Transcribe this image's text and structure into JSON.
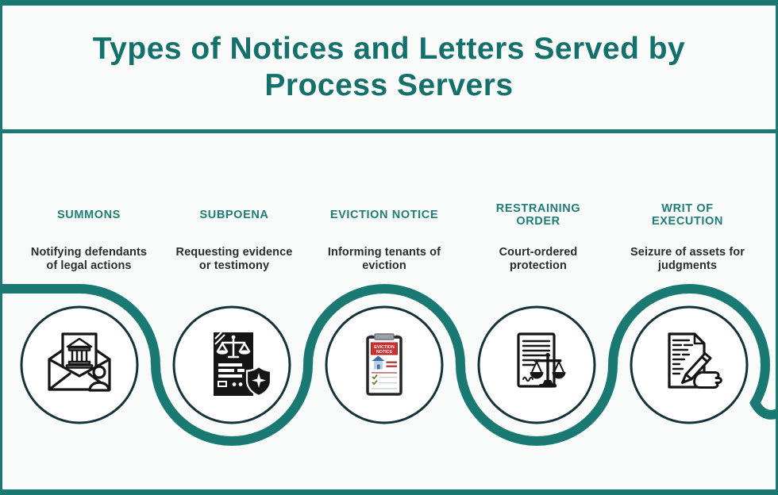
{
  "title_lines": [
    "Types of Notices and Letters Served by",
    "Process Servers"
  ],
  "items": [
    {
      "heading_lines": [
        "SUMMONS"
      ],
      "description_lines": [
        "Notifying defendants",
        "of legal actions"
      ],
      "icon": "summons-envelope-courthouse-icon"
    },
    {
      "heading_lines": [
        "SUBPOENA"
      ],
      "description_lines": [
        "Requesting evidence",
        "or testimony"
      ],
      "icon": "subpoena-document-scales-shield-icon"
    },
    {
      "heading_lines": [
        "EVICTION NOTICE"
      ],
      "description_lines": [
        "Informing tenants of",
        "eviction"
      ],
      "icon": "eviction-notice-clipboard-icon"
    },
    {
      "heading_lines": [
        "RESTRAINING",
        "ORDER"
      ],
      "description_lines": [
        "Court-ordered",
        "protection"
      ],
      "icon": "restraining-order-document-scales-icon"
    },
    {
      "heading_lines": [
        "WRIT OF",
        "EXECUTION"
      ],
      "description_lines": [
        "Seizure of assets for",
        "judgments"
      ],
      "icon": "writ-of-execution-signing-hand-icon"
    }
  ],
  "icons": {
    "eviction_banner_lines": [
      "EVICTION",
      "NOTICE"
    ]
  },
  "colors": {
    "teal_wave": "#1a7a73",
    "title_text": "#14706b",
    "heading_text": "#1f7d78",
    "body_text": "#2b2d2e",
    "circle_outline": "#16323b",
    "background": "#f8fbfa",
    "banner_red": "#cf3030",
    "house_blue": "#3e6ea5"
  }
}
